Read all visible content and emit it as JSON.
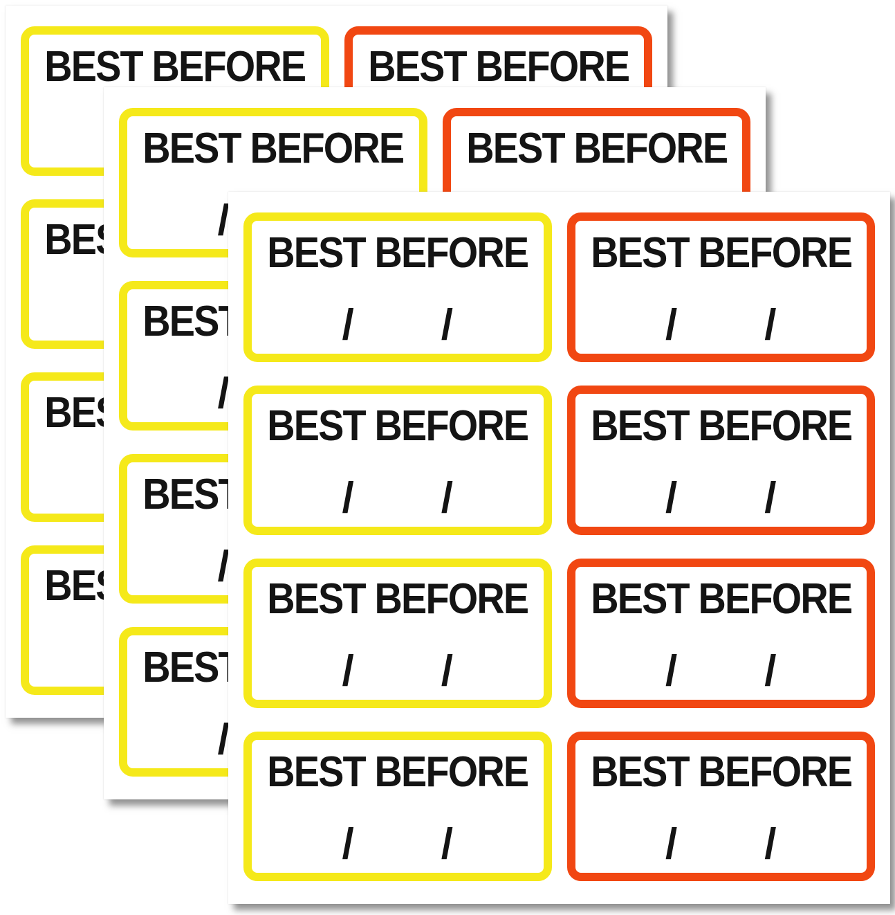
{
  "product": {
    "description": "Best Before date sticker sheets",
    "sheet_count": 3,
    "labels_per_sheet": 8
  },
  "label": {
    "title": "BEST BEFORE",
    "date_separator_left": "/",
    "date_separator_right": "/"
  },
  "colors": {
    "yellow_border": "#f5e91a",
    "orange_border": "#f14712",
    "text": "#141414",
    "label_background": "#ffffff",
    "sheet_background": "#ffffff",
    "page_background": "#ffffff"
  },
  "sheets": [
    {
      "id": "back",
      "rows": 4,
      "column_colors": [
        "yellow",
        "orange"
      ]
    },
    {
      "id": "middle",
      "rows": 4,
      "column_colors": [
        "yellow",
        "orange"
      ]
    },
    {
      "id": "front",
      "rows": 4,
      "column_colors": [
        "yellow",
        "orange"
      ]
    }
  ]
}
